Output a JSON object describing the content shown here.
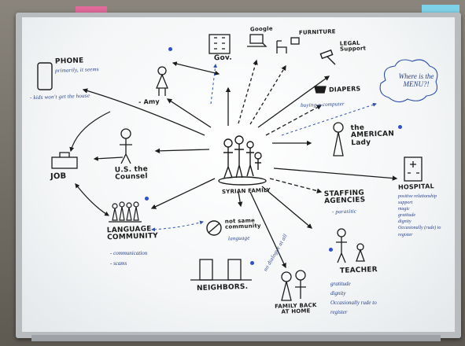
{
  "image": {
    "scene": "whiteboard-mind-map",
    "colors": {
      "ink": "#1c1c1c",
      "blue_ink": "#27408b",
      "dot_blue": "#2f4fd0",
      "board": "#f6f7f8"
    }
  },
  "center": {
    "label": "SYRIAN FAMILY"
  },
  "nodes": {
    "phone": {
      "label": "PHONE",
      "note": "primarily, it seems"
    },
    "phone_note": "- kids won't get the house",
    "amy": {
      "label": "- Amy"
    },
    "gov": {
      "label": "Gov."
    },
    "google": {
      "label": "Google"
    },
    "furniture": {
      "label": "FURNITURE"
    },
    "legal": {
      "label": "LEGAL Support"
    },
    "diapers": {
      "label": "DIAPERS"
    },
    "diapers_note": "buying a computer",
    "cloud": {
      "label": "Where is the MENU?!"
    },
    "counsel": {
      "label": "U.S. the Counsel"
    },
    "american_lady": {
      "label": "the AMERICAN Lady"
    },
    "job": {
      "label": "JOB"
    },
    "hospital": {
      "label": "HOSPITAL"
    },
    "hospital_notes": [
      "positive relationship",
      "support",
      "magic",
      "gratitude",
      "dignity",
      "Occasionally (rude) to register"
    ],
    "staffing": {
      "label": "STAFFING AGENCIES",
      "note": "- parasitic"
    },
    "language_community": {
      "label": "LANGUAGE COMMUNITY"
    },
    "language_notes": [
      "- communication",
      "- scams"
    ],
    "not_same_community": {
      "label": "not same community",
      "note": "language"
    },
    "teacher": {
      "label": "TEACHER"
    },
    "teacher_notes": [
      "gratitude",
      "dignity",
      "Occasionally rude to register"
    ],
    "neighbors": {
      "label": "NEIGHBORS."
    },
    "family_back_home": {
      "label": "FAMILY BACK AT HOME"
    },
    "wifi_note": "no dialogue at all"
  }
}
